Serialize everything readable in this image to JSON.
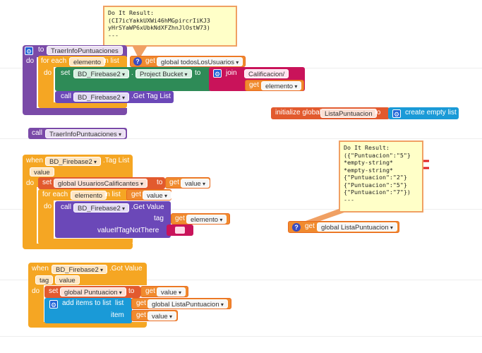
{
  "colors": {
    "procedure": "#7a4aa8",
    "event": "#f5a623",
    "firebase": "#6b48b8",
    "get": "#f08a2e",
    "var": "#e25a2e",
    "text": "#c9135a",
    "list": "#1a9ad7",
    "setter": "#2e8b57",
    "comment_border": "#f0a063"
  },
  "do_it_result_top": {
    "line1": "Do It Result:",
    "line2": "(CI7icYakkUXWi46hMGpircrIiKJ3",
    "line3": "yHrSYaWP6xUbkNdXFZhnJlOstW73)",
    "line4": "---"
  },
  "do_it_result_right": {
    "line1": "Do It Result:",
    "line2": "({\"Puntuacion\":\"5\"}",
    "line3": "*empty-string*",
    "line4": "*empty-string*",
    "line5": "{\"Puntuacion\":\"2\"}",
    "line6": "{\"Puntuacion\":\"5\"}",
    "line7": "{\"Puntuacion\":\"7\"})",
    "line8": "---"
  },
  "procedure_block": {
    "to": "to",
    "name": "TraerInfoPuntuaciones",
    "do": "do",
    "for_each": "for each",
    "item_var": "elemento",
    "in_list": "in list",
    "get": "get",
    "list_var": "global todosLosUsuarios",
    "do2": "do",
    "set": "set",
    "component": "BD_Firebase2",
    "dot": ".",
    "property": "Project Bucket",
    "to2": "to",
    "join": "join",
    "text_literal": "Calificacion/",
    "get2": "get",
    "elemento_ref": "elemento",
    "call": "call",
    "call_component": "BD_Firebase2",
    "method": ".Get Tag List"
  },
  "init_global": {
    "label": "initialize global",
    "name": "ListaPuntuacion",
    "to": "to",
    "value": "create empty list"
  },
  "call_block": {
    "call": "call",
    "name": "TraerInfoPuntuaciones"
  },
  "taglist_event": {
    "when": "when",
    "component": "BD_Firebase2",
    "event": ".Tag List",
    "param": "value",
    "do": "do",
    "set": "set",
    "var": "global UsuariosCalificantes",
    "to": "to",
    "get": "get",
    "value_ref": "value",
    "for_each": "for each",
    "item_var": "elemento",
    "in_list": "in list",
    "get2": "get",
    "value_ref2": "value",
    "do2": "do",
    "call": "call",
    "call_component": "BD_Firebase2",
    "method": ".Get Value",
    "tag_label": "tag",
    "get3": "get",
    "elemento_ref": "elemento",
    "if_not_there": "valueIfTagNotThere"
  },
  "gotvalue_event": {
    "when": "when",
    "component": "BD_Firebase2",
    "event": ".Got Value",
    "param1": "tag",
    "param2": "value",
    "do": "do",
    "set": "set",
    "var": "global Puntuacion",
    "to": "to",
    "get": "get",
    "value_ref": "value",
    "add_items": "add items to list",
    "list_label": "list",
    "get2": "get",
    "list_var": "global ListaPuntuacion",
    "item_label": "item",
    "get3": "get",
    "value_ref2": "value"
  },
  "get_global_block": {
    "get": "get",
    "var": "global ListaPuntuacion"
  }
}
